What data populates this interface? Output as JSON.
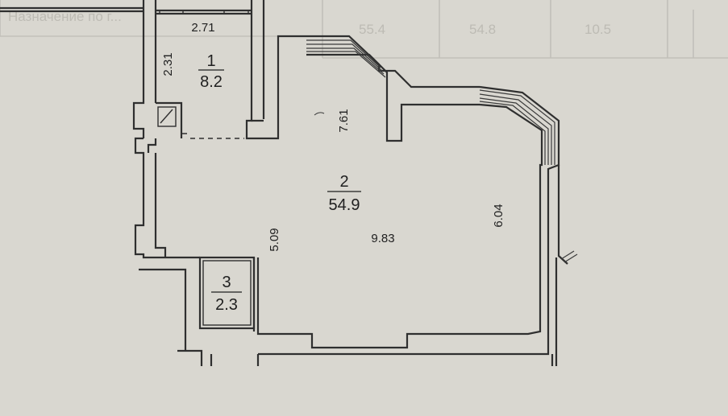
{
  "header_table": {
    "partial_text": "Назначение по г...",
    "values": [
      "55.4",
      "54.8",
      "10.5"
    ]
  },
  "rooms": [
    {
      "number": "1",
      "area": "8.2"
    },
    {
      "number": "2",
      "area": "54.9"
    },
    {
      "number": "3",
      "area": "2.3"
    }
  ],
  "dimensions": {
    "room1_width": "2.71",
    "room1_depth": "2.31",
    "room2_top": "7.61",
    "room2_left": "5.09",
    "room2_width": "9.83",
    "room2_right": "6.04"
  }
}
